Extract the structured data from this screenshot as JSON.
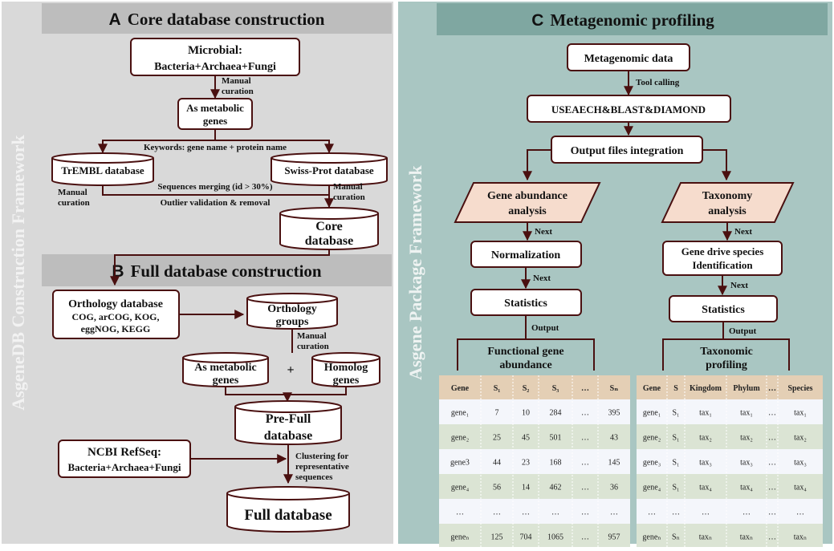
{
  "colors": {
    "panel_left": "#d9d9d9",
    "panel_left_band": "#bdbdbd",
    "panel_right": "#a9c6c2",
    "panel_right_band": "#7fa7a1",
    "border": "#4a1010",
    "parallelogram": "#f6dccd",
    "table_header": "#e4cfb5",
    "row_light": "#f4f6fb",
    "row_dark": "#dbe4d4"
  },
  "left": {
    "vertical_label": "AsgeneDB Construction Framework",
    "sectionA": {
      "letter": "A",
      "title": "Core database construction"
    },
    "sectionB": {
      "letter": "B",
      "title": "Full database construction"
    },
    "microbial": {
      "line1": "Microbial:",
      "line2": "Bacteria+Archaea+Fungi"
    },
    "manual_curation_1": {
      "line1": "Manual",
      "line2": "curation"
    },
    "metabolic_a": {
      "line1": "As metabolic",
      "line2": "genes"
    },
    "keywords": "Keywords: gene name + protein name",
    "trembl": "TrEMBL database",
    "swissprot": "Swiss-Prot database",
    "manual_left": {
      "line1": "Manual",
      "line2": "curation"
    },
    "manual_right": {
      "line1": "Manual",
      "line2": "curation"
    },
    "seq_merging": "Sequences merging (id > 30%)",
    "outlier": "Outlier validation & removal",
    "core_db": {
      "line1": "Core",
      "line2": "database"
    },
    "orthology_db": {
      "line1": "Orthology database",
      "line2": "COG, arCOG, KOG,",
      "line3": "eggNOG, KEGG"
    },
    "orthology_groups": {
      "line1": "Orthology",
      "line2": "groups"
    },
    "manual_b": {
      "line1": "Manual",
      "line2": "curation"
    },
    "as_metabolic_b": {
      "line1": "As metabolic",
      "line2": "genes"
    },
    "plus": "+",
    "homolog": {
      "line1": "Homolog",
      "line2": "genes"
    },
    "prefull": {
      "line1": "Pre-Full",
      "line2": "database"
    },
    "ncbi": {
      "line1": "NCBI RefSeq:",
      "line2": "Bacteria+Archaea+Fungi"
    },
    "clustering": {
      "line1": "Clustering for",
      "line2": "representative",
      "line3": "sequences"
    },
    "full_db": "Full database"
  },
  "right": {
    "vertical_label": "Asgene Package Framework",
    "sectionC": {
      "letter": "C",
      "title": "Metagenomic profiling"
    },
    "metagenomic_data": "Metagenomic data",
    "tool_calling": "Tool calling",
    "tools": "USEAECH&BLAST&DIAMOND",
    "integration": "Output files integration",
    "gene_abundance": {
      "line1": "Gene abundance",
      "line2": "analysis"
    },
    "taxonomy": {
      "line1": "Taxonomy",
      "line2": "analysis"
    },
    "next1": "Next",
    "next2": "Next",
    "next3": "Next",
    "next4": "Next",
    "normalization": "Normalization",
    "gene_drive": {
      "line1": "Gene drive species",
      "line2": "Identification"
    },
    "statistics_left": "Statistics",
    "statistics_right": "Statistics",
    "output_left": "Output",
    "output_right": "Output",
    "functional": {
      "line1": "Functional gene",
      "line2": "abundance"
    },
    "taxonomic": {
      "line1": "Taxonomic",
      "line2": "profiling"
    },
    "func_table": {
      "headers": [
        "Gene",
        "S₁",
        "S₂",
        "S₃",
        "…",
        "Sₙ"
      ],
      "rows": [
        [
          "gene₁",
          "7",
          "10",
          "284",
          "…",
          "395"
        ],
        [
          "gene₂",
          "25",
          "45",
          "501",
          "…",
          "43"
        ],
        [
          "gene3",
          "44",
          "23",
          "168",
          "…",
          "145"
        ],
        [
          "gene₄",
          "56",
          "14",
          "462",
          "…",
          "36"
        ],
        [
          "…",
          "…",
          "…",
          "…",
          "…",
          "…"
        ],
        [
          "geneₙ",
          "125",
          "704",
          "1065",
          "…",
          "957"
        ]
      ]
    },
    "tax_table": {
      "headers": [
        "Gene",
        "S",
        "Kingdom",
        "Phylum",
        "…",
        "Species"
      ],
      "rows": [
        [
          "gene₁",
          "S₁",
          "tax₁",
          "tax₁",
          "…",
          "tax₁"
        ],
        [
          "gene₂",
          "S₁",
          "tax₂",
          "tax₂",
          "…",
          "tax₂"
        ],
        [
          "gene₃",
          "S₁",
          "tax₃",
          "tax₃",
          "…",
          "tax₃"
        ],
        [
          "gene₄",
          "S₁",
          "tax₄",
          "tax₄",
          "…",
          "tax₄"
        ],
        [
          "…",
          "…",
          "…",
          "…",
          "…",
          "…"
        ],
        [
          "geneₙ",
          "Sₙ",
          "taxₙ",
          "taxₙ",
          "…",
          "taxₙ"
        ]
      ]
    }
  }
}
